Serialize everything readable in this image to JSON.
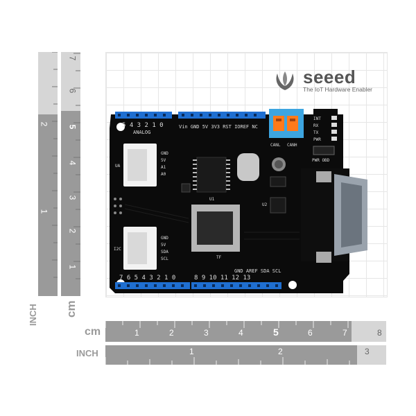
{
  "brand": {
    "name": "seeed",
    "tagline": "The IoT Hardware Enabler"
  },
  "rulers": {
    "left_cm_unit": "cm",
    "left_inch_unit": "INCH",
    "left_cm_ticks": [
      "1",
      "2",
      "3",
      "4",
      "5",
      "6",
      "7"
    ],
    "left_inch_ticks": [
      "1",
      "2"
    ],
    "bottom_cm_unit": "cm",
    "bottom_inch_unit": "INCH",
    "bottom_cm_ticks": [
      "1",
      "2",
      "3",
      "4",
      "5",
      "6",
      "7",
      "8"
    ],
    "bottom_inch_ticks": [
      "1",
      "2",
      "3"
    ]
  },
  "board": {
    "top_header_left": "5 4 3 2 1 0",
    "analog_label": "ANALOG",
    "power_labels": "Vin GND 5V 3V3 RST IOREF NC",
    "bottom_header_left": "7 6 5 4 3 2 1 0",
    "bottom_header_right": "8 9 10 11 12 13",
    "bottom_pins_text": "GND AREF SDA SCL",
    "uart_labels": [
      "GND",
      "5V",
      "A1",
      "A0"
    ],
    "i2c_labels": [
      "GND",
      "5V",
      "SDA",
      "SCL"
    ],
    "uart_side_label": "UA",
    "i2c_side_label": "I2C",
    "led_labels": [
      "INT",
      "RX",
      "TX",
      "PWR"
    ],
    "obd_label": "PWR OBD",
    "can_labels": [
      "CANL",
      "CANH"
    ],
    "chip_label": "U1",
    "chip2_label": "U2",
    "tf_label": "TF"
  },
  "colors": {
    "pcb": "#0b0b0b",
    "header": "#1f6fd1",
    "grove": "#f2f2f2",
    "terminal_blue": "#3da5e0",
    "terminal_orange": "#ff7a1a",
    "dsub": "#9aa3ad"
  }
}
